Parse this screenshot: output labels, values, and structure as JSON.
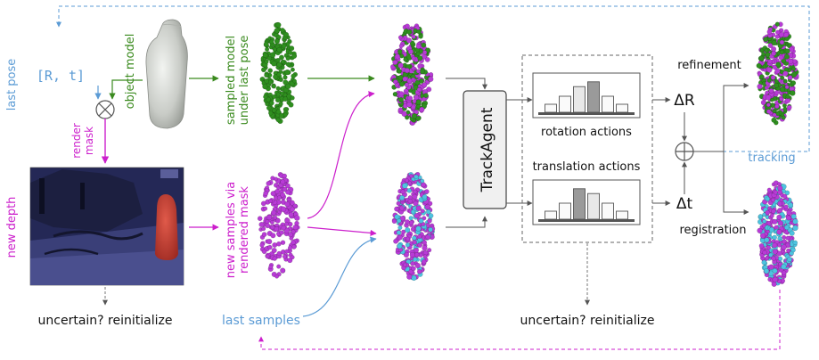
{
  "labels": {
    "last_pose": "last pose",
    "pose_symbol": "[R, t]",
    "object_model": "object model",
    "render_mask_1": "render",
    "render_mask_2": "mask",
    "new_depth": "new depth",
    "sampled_model_1": "sampled model",
    "sampled_model_2": "under last pose",
    "new_samples_1": "new samples via",
    "new_samples_2": "rendered mask",
    "track_agent": "TrackAgent",
    "rotation_actions": "rotation actions",
    "translation_actions": "translation actions",
    "delta_r": "ΔR",
    "delta_t": "Δt",
    "refinement": "refinement",
    "tracking": "tracking",
    "registration": "registration",
    "uncertain_left": "uncertain? reinitialize",
    "uncertain_center": "uncertain? reinitialize",
    "last_samples": "last samples"
  },
  "colors": {
    "blue": "#5b9bd5",
    "green": "#3a8a1e",
    "magenta": "#cc1fcc",
    "gray": "#666666",
    "point_green": "#2f8f1f",
    "point_magenta": "#b83bd6",
    "point_cyan": "#4dc3e0"
  },
  "histograms": {
    "rotation": [
      0.25,
      0.5,
      0.8,
      0.95,
      0.5,
      0.25
    ],
    "translation": [
      0.25,
      0.5,
      0.95,
      0.8,
      0.5,
      0.25
    ]
  }
}
